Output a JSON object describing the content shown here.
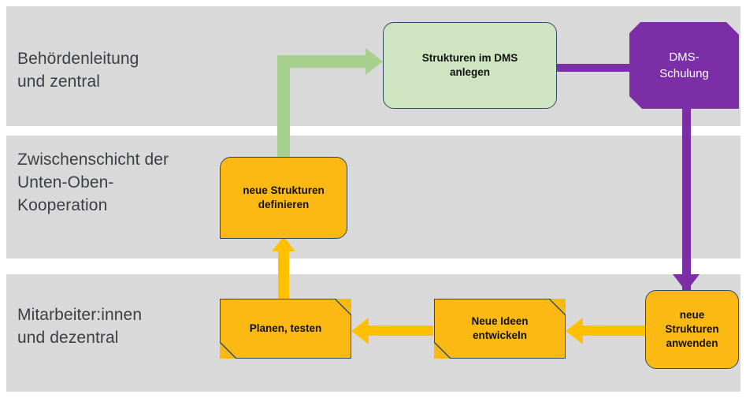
{
  "diagram": {
    "title_rows": [
      {
        "id": "row-1",
        "label": "Behördenleitung\nund zentral"
      },
      {
        "id": "row-2",
        "label": "Zwischenschicht der\nUnten-Oben-\nKooperation"
      },
      {
        "id": "row-3",
        "label": "Mitarbeiter:innen\nund dezentral"
      }
    ],
    "nodes": [
      {
        "id": "strukturen-im-dms-anlegen",
        "label": "Strukturen im DMS\nanlegen",
        "shape": "rounded-rect",
        "fill": "#cfe5c2",
        "border": "#2e4a6b",
        "text_color": "#111111",
        "row": "row-1"
      },
      {
        "id": "dms-schulung",
        "label": "DMS-\nSchulung",
        "shape": "cut-corner-rect",
        "fill": "#7b2ea6",
        "border": "none",
        "text_color": "#ffffff",
        "row": "row-1"
      },
      {
        "id": "neue-strukturen-definieren",
        "label": "neue Strukturen\ndefinieren",
        "shape": "rounded-rect-3",
        "fill": "#fdb913",
        "border": "#2e4a6b",
        "text_color": "#111111",
        "row": "row-2"
      },
      {
        "id": "planen-testen",
        "label": "Planen, testen",
        "shape": "cut-corner-rect",
        "fill": "#fdb913",
        "border": "#2e4a6b",
        "text_color": "#111111",
        "row": "row-3"
      },
      {
        "id": "neue-ideen-entwickeln",
        "label": "Neue Ideen\nentwickeln",
        "shape": "cut-corner-rect",
        "fill": "#fdb913",
        "border": "#2e4a6b",
        "text_color": "#111111",
        "row": "row-3"
      },
      {
        "id": "neue-strukturen-anwenden",
        "label": "neue\nStrukturen\nanwenden",
        "shape": "rounded-rect",
        "fill": "#fdb913",
        "border": "#2e4a6b",
        "text_color": "#111111",
        "row": "row-3"
      }
    ],
    "connectors": [
      {
        "id": "definieren-to-anlegen",
        "from": "neue-strukturen-definieren",
        "to": "strukturen-im-dms-anlegen",
        "color": "#a8d08d",
        "arrowhead": "right"
      },
      {
        "id": "schulung-to-anlegen",
        "from": "dms-schulung",
        "to": "strukturen-im-dms-anlegen",
        "color": "#7b2ea6",
        "arrowhead": "none"
      },
      {
        "id": "schulung-to-anwenden",
        "from": "dms-schulung",
        "to": "neue-strukturen-anwenden",
        "color": "#7b2ea6",
        "arrowhead": "down"
      },
      {
        "id": "anwenden-to-ideen",
        "from": "neue-strukturen-anwenden",
        "to": "neue-ideen-entwickeln",
        "color": "#ffc000",
        "arrowhead": "left"
      },
      {
        "id": "ideen-to-planen",
        "from": "neue-ideen-entwickeln",
        "to": "planen-testen",
        "color": "#ffc000",
        "arrowhead": "left"
      },
      {
        "id": "planen-to-definieren",
        "from": "planen-testen",
        "to": "neue-strukturen-definieren",
        "color": "#ffc000",
        "arrowhead": "up"
      }
    ],
    "band_color": "#d9d9d9",
    "background_color": "#ffffff"
  }
}
